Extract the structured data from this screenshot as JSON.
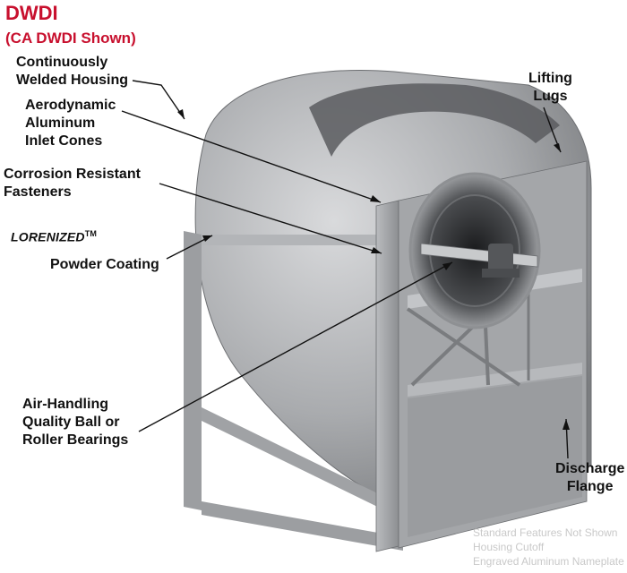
{
  "header": {
    "title": "DWDI",
    "subtitle": "(CA DWDI Shown)"
  },
  "callouts": {
    "continuously_welded_housing": "Continuously\nWelded Housing",
    "aerodynamic_inlet_cones": "Aerodynamic\nAluminum\nInlet Cones",
    "corrosion_resistant_fasteners": "Corrosion Resistant\nFasteners",
    "lorenized": "LORENIZED",
    "trademark": "TM",
    "powder_coating": "Powder Coating",
    "bearings": "Air-Handling\nQuality Ball or\nRoller Bearings",
    "lifting_lugs": "Lifting\nLugs",
    "discharge_flange": "Discharge\nFlange"
  },
  "watermark": {
    "line1": "Standard Features Not Shown",
    "line2": "Housing Cutoff",
    "line3": "Engraved Aluminum Nameplate"
  }
}
